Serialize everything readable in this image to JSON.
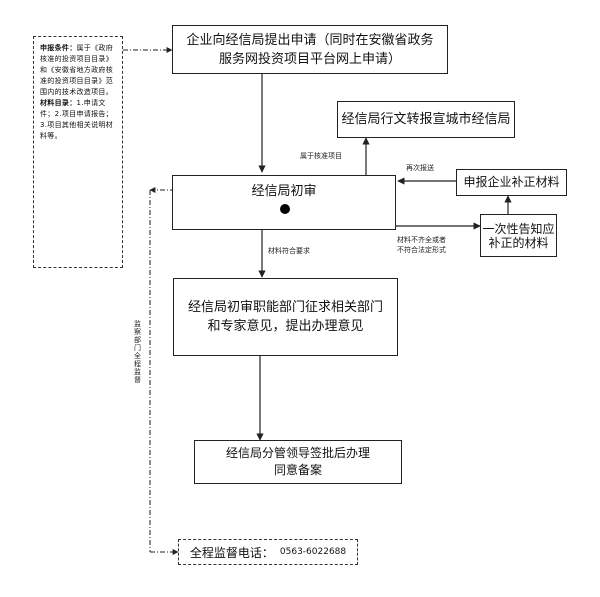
{
  "side_note": {
    "cond_label": "申报条件：",
    "cond_text": "属于《政府核准的投资项目目录》和《安徽省地方政府核准的投资项目目录》范围内的技术改造项目。",
    "mat_label": "材料目录：",
    "mat_text": "1.申请文件；2.项目申请报告；3.项目其他相关说明材料等。"
  },
  "nodes": {
    "apply": "企业向经信局提出申请（同时在安徽省政务服务网投资项目平台网上申请）",
    "forward": "经信局行文转报宣城市经信局",
    "initial": "经信局初审",
    "supplement": "申报企业补正材料",
    "notify": "一次性告知应补正的材料",
    "consult": "经信局初审职能部门征求相关部门和专家意见，提出办理意见",
    "approve_line1": "经信局分管领导签批后办理",
    "approve_line2": "同意备案",
    "hotline_label": "全程监督电话：",
    "hotline_number": "0563-6022688"
  },
  "edge_labels": {
    "approval_items": "属于核准项目",
    "resubmit": "再次报送",
    "incomplete_line1": "材料不齐全或者",
    "incomplete_line2": "不符合法定形式",
    "complete": "材料符合要求",
    "supervision": "监察部门全程监督"
  }
}
